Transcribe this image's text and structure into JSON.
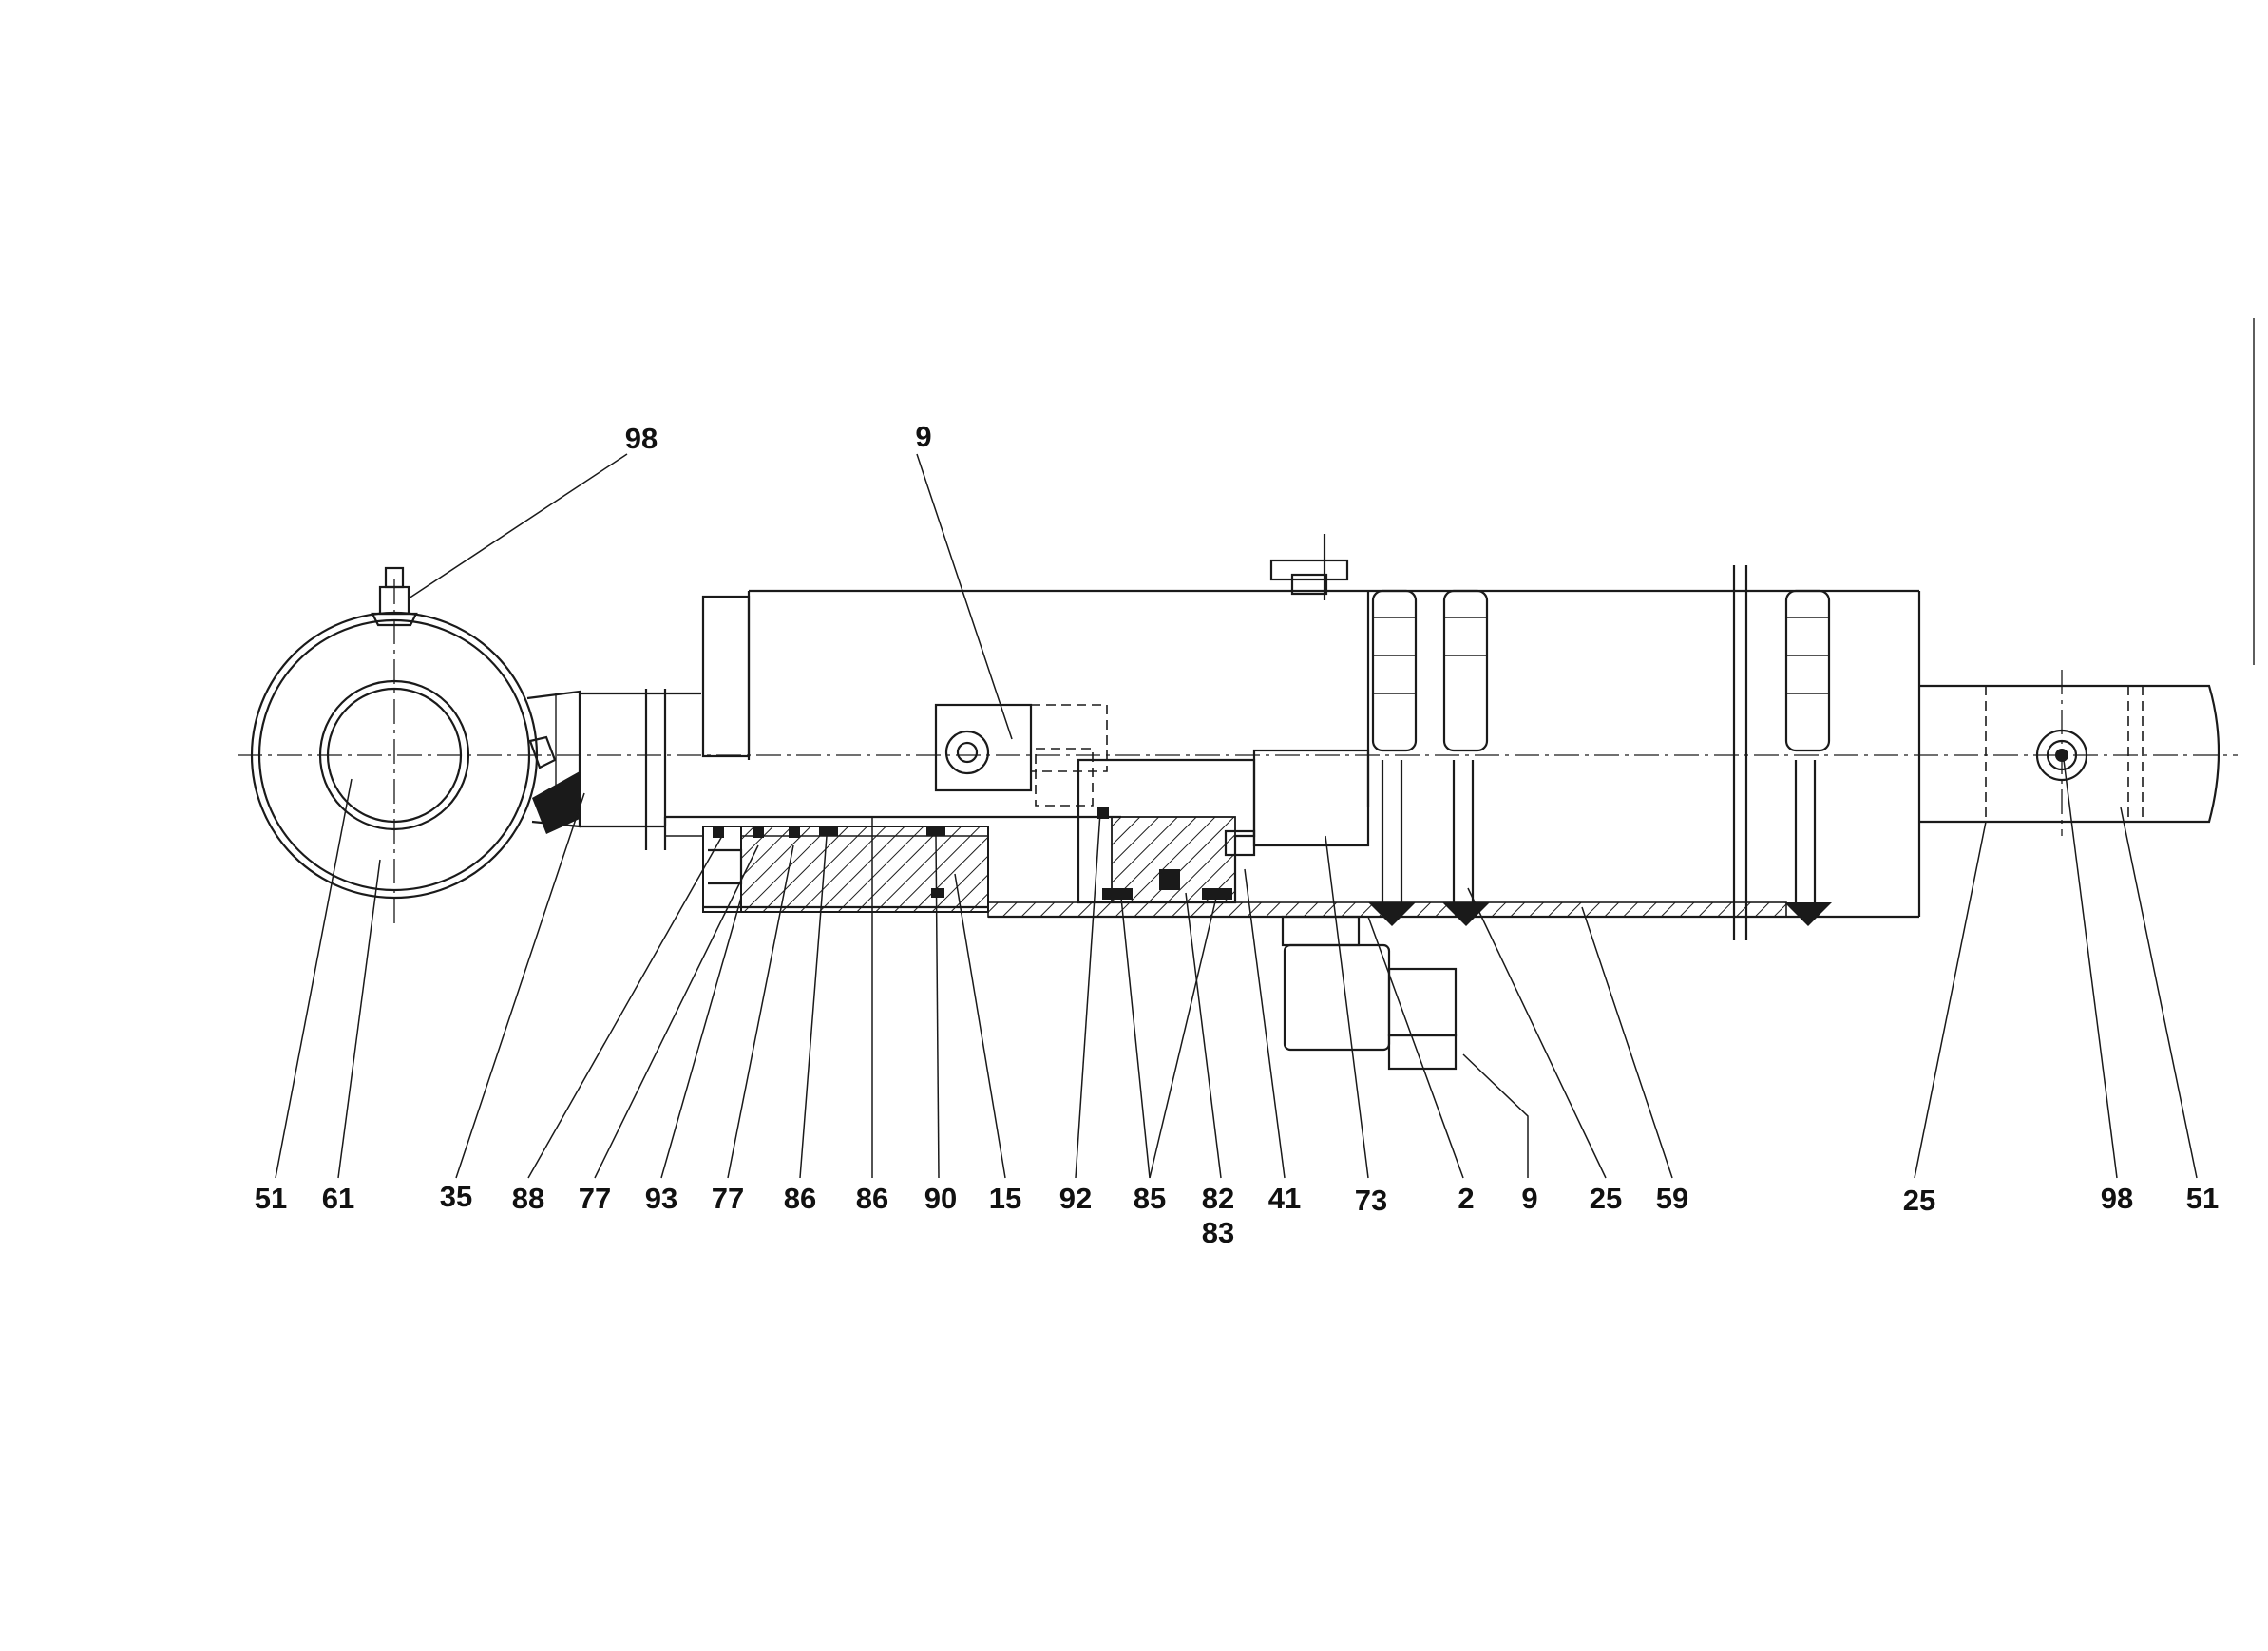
{
  "diagram": {
    "part_callouts": [
      {
        "id": "top-98",
        "label": "98"
      },
      {
        "id": "top-9",
        "label": "9"
      },
      {
        "id": "b-51-left",
        "label": "51"
      },
      {
        "id": "b-61",
        "label": "61"
      },
      {
        "id": "b-35",
        "label": "35"
      },
      {
        "id": "b-88",
        "label": "88"
      },
      {
        "id": "b-77a",
        "label": "77"
      },
      {
        "id": "b-93",
        "label": "93"
      },
      {
        "id": "b-77b",
        "label": "77"
      },
      {
        "id": "b-86a",
        "label": "86"
      },
      {
        "id": "b-86b",
        "label": "86"
      },
      {
        "id": "b-90",
        "label": "90"
      },
      {
        "id": "b-15",
        "label": "15"
      },
      {
        "id": "b-92",
        "label": "92"
      },
      {
        "id": "b-85",
        "label": "85"
      },
      {
        "id": "b-82",
        "label": "82"
      },
      {
        "id": "b-83",
        "label": "83"
      },
      {
        "id": "b-41",
        "label": "41"
      },
      {
        "id": "b-73",
        "label": "73"
      },
      {
        "id": "b-2",
        "label": "2"
      },
      {
        "id": "b-9",
        "label": "9"
      },
      {
        "id": "b-25a",
        "label": "25"
      },
      {
        "id": "b-59",
        "label": "59"
      },
      {
        "id": "b-25b",
        "label": "25"
      },
      {
        "id": "b-98",
        "label": "98"
      },
      {
        "id": "b-51-right",
        "label": "51"
      }
    ],
    "colors": {
      "line": "#1a1a1a",
      "background": "#ffffff"
    }
  }
}
